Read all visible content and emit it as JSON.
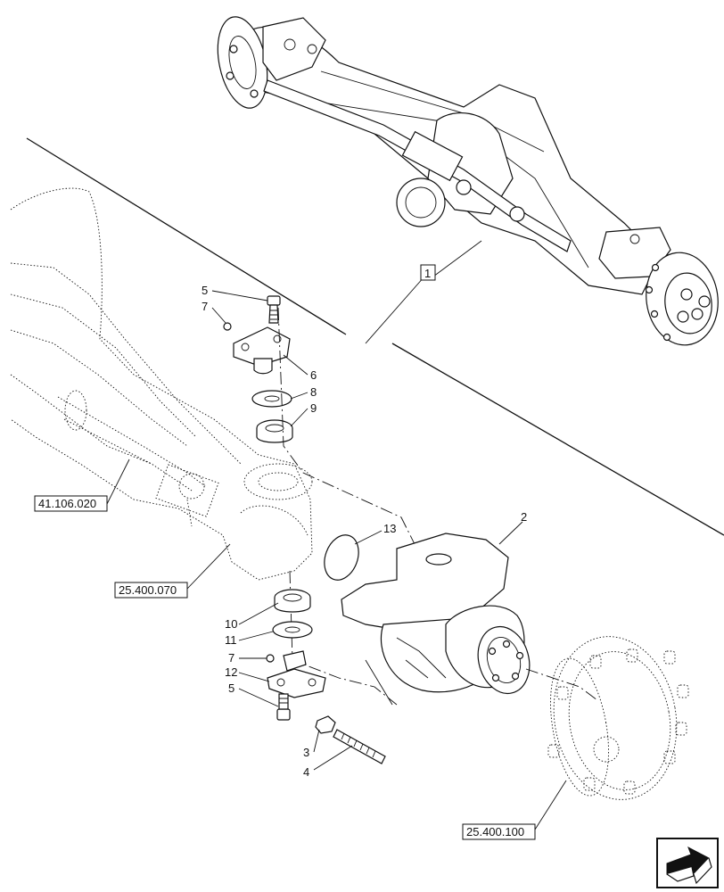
{
  "callouts": {
    "c1": "1",
    "c2": "2",
    "c3": "3",
    "c4": "4",
    "c5a": "5",
    "c5b": "5",
    "c6": "6",
    "c7a": "7",
    "c7b": "7",
    "c8": "8",
    "c9": "9",
    "c10": "10",
    "c11": "11",
    "c12": "12",
    "c13": "13"
  },
  "references": {
    "ref_steering": "41.106.020",
    "ref_axle": "25.400.070",
    "ref_hub": "25.400.100"
  },
  "icons": {
    "nav_arrow": "next-page-arrow-icon"
  }
}
